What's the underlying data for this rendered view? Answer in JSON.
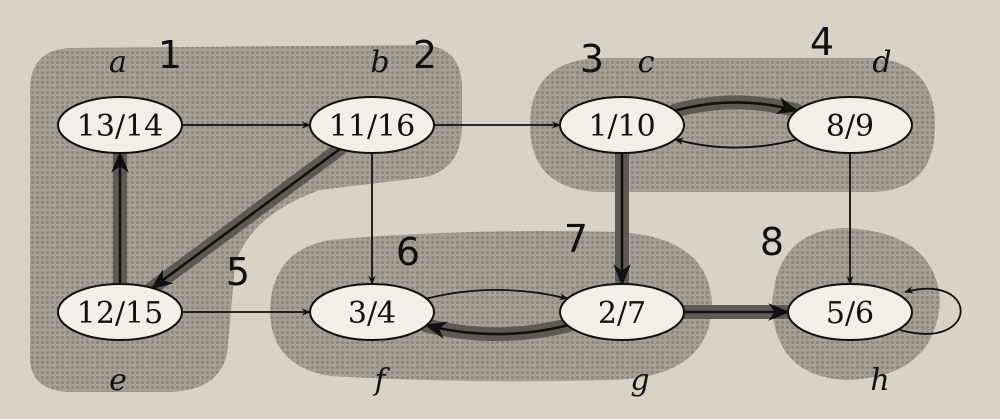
{
  "graph": {
    "vertices": [
      {
        "id": "a",
        "name": "a",
        "label": "13/14",
        "order_mark": "1"
      },
      {
        "id": "b",
        "name": "b",
        "label": "11/16",
        "order_mark": "2"
      },
      {
        "id": "c",
        "name": "c",
        "label": "1/10",
        "order_mark": "3"
      },
      {
        "id": "d",
        "name": "d",
        "label": "8/9",
        "order_mark": "4"
      },
      {
        "id": "e",
        "name": "e",
        "label": "12/15",
        "order_mark": "5"
      },
      {
        "id": "f",
        "name": "f",
        "label": "3/4",
        "order_mark": "6"
      },
      {
        "id": "g",
        "name": "g",
        "label": "2/7",
        "order_mark": "7"
      },
      {
        "id": "h",
        "name": "h",
        "label": "5/6",
        "order_mark": "8"
      }
    ],
    "edges": [
      {
        "from": "a",
        "to": "b",
        "tree": false
      },
      {
        "from": "b",
        "to": "c",
        "tree": false
      },
      {
        "from": "b",
        "to": "e",
        "tree": true
      },
      {
        "from": "b",
        "to": "f",
        "tree": false
      },
      {
        "from": "e",
        "to": "a",
        "tree": true
      },
      {
        "from": "e",
        "to": "f",
        "tree": false
      },
      {
        "from": "c",
        "to": "d",
        "tree": true
      },
      {
        "from": "d",
        "to": "c",
        "tree": false
      },
      {
        "from": "c",
        "to": "g",
        "tree": true
      },
      {
        "from": "d",
        "to": "h",
        "tree": false
      },
      {
        "from": "f",
        "to": "g",
        "tree": false
      },
      {
        "from": "g",
        "to": "f",
        "tree": true
      },
      {
        "from": "g",
        "to": "h",
        "tree": true
      },
      {
        "from": "h",
        "to": "h",
        "tree": false
      }
    ],
    "components": [
      [
        "a",
        "b",
        "e"
      ],
      [
        "c",
        "d"
      ],
      [
        "f",
        "g"
      ],
      [
        "h"
      ]
    ]
  }
}
